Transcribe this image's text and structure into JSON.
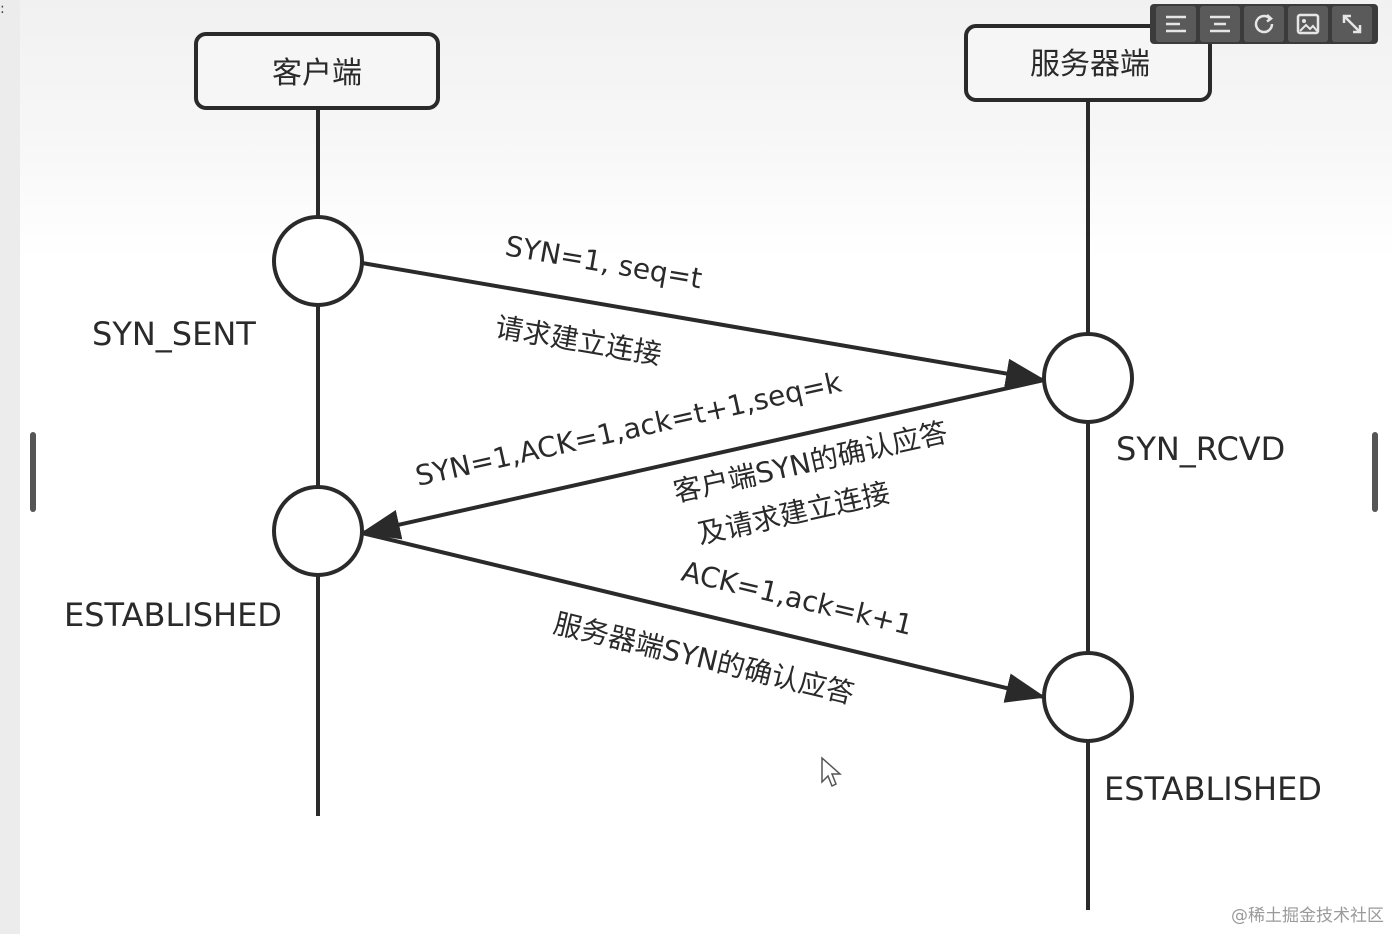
{
  "client": {
    "title": "客户端",
    "state_syn_sent": "SYN_SENT",
    "state_established": "ESTABLISHED"
  },
  "server": {
    "title": "服务器端",
    "state_syn_rcvd": "SYN_RCVD",
    "state_established": "ESTABLISHED"
  },
  "messages": [
    {
      "label": "SYN=1, seq=t",
      "description": "请求建立连接"
    },
    {
      "label": "SYN=1,ACK=1,ack=t+1,seq=k",
      "description_line1": "客户端SYN的确认应答",
      "description_line2": "及请求建立连接"
    },
    {
      "label": "ACK=1,ack=k+1",
      "description": "服务器端SYN的确认应答"
    }
  ],
  "toolbar": {
    "icons": [
      "align-left-icon",
      "align-center-icon",
      "refresh-icon",
      "image-icon",
      "fullscreen-icon"
    ]
  },
  "watermark": "@稀土掘金技术社区",
  "colors": {
    "stroke": "#2a2a2a",
    "toolbar_bg": "#3b3b3b",
    "toolbar_button": "#5a5a5a"
  }
}
